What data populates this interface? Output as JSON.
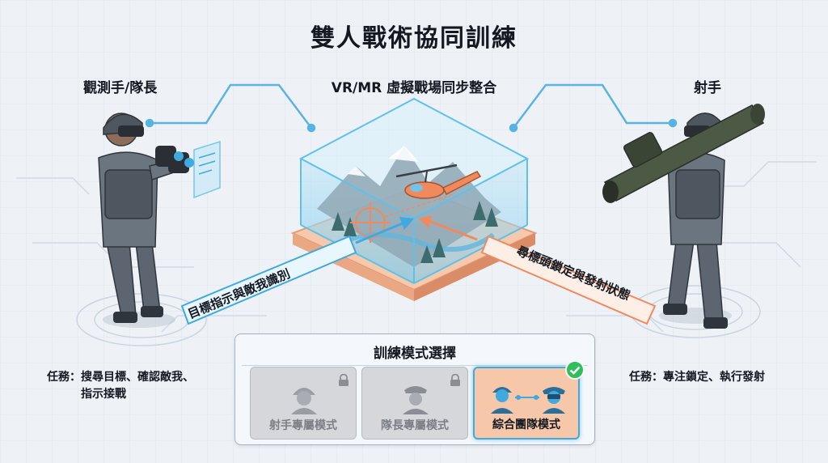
{
  "title": "雙人戰術協同訓練",
  "left_role": "觀測手/隊長",
  "right_role": "射手",
  "center_label": "VR/MR 虛擬戰場同步整合",
  "left_banner": "目標指示與敵我識別",
  "right_banner": "尋標頭鎖定與發射狀態",
  "left_task": {
    "line1": "任務：搜尋目標、確認敵我、",
    "line2": "指示接戰"
  },
  "right_task": "任務：專注鎖定、執行發射",
  "panel": {
    "title": "訓練模式選擇",
    "modes": [
      {
        "label": "射手專屬模式",
        "state": "locked",
        "icon": "soldier-helmet-icon"
      },
      {
        "label": "隊長專屬模式",
        "state": "locked",
        "icon": "officer-cap-icon"
      },
      {
        "label": "綜合團隊模式",
        "state": "selected",
        "icon": "team-link-icon"
      }
    ]
  },
  "colors": {
    "accent_blue": "#3fa9e0",
    "accent_orange": "#f08a5d",
    "soldier_gray": "#5d6670",
    "selected_mode_bg": "#f6c7a9",
    "check_green": "#2fbf5a"
  }
}
